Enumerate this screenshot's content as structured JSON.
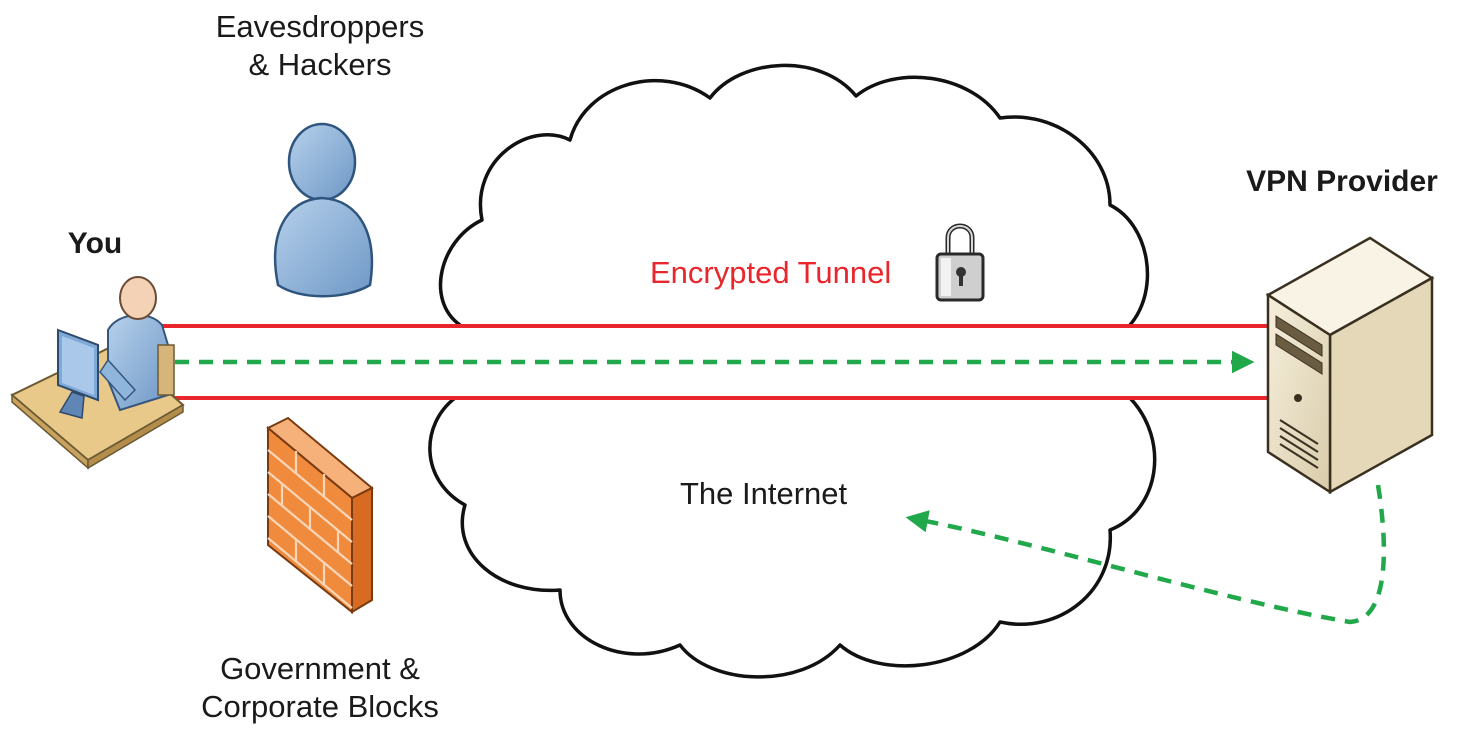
{
  "labels": {
    "eavesdroppers": [
      "Eavesdroppers",
      "& Hackers"
    ],
    "you": "You",
    "vpn_provider": "VPN Provider",
    "encrypted_tunnel": "Encrypted Tunnel",
    "the_internet": "The Internet",
    "blocks": [
      "Government &",
      "Corporate Blocks"
    ]
  },
  "colors": {
    "tunnel_line": "#e8262b",
    "traffic_arrow": "#21a84a",
    "tunnel_text": "#e8262b",
    "person_fill": "#8fb5dc",
    "firewall_fill": "#f08a3c",
    "server_fill": "#ece3cc"
  },
  "icons": {
    "you": "user-at-computer-icon",
    "eavesdropper": "person-silhouette-icon",
    "firewall": "firewall-brick-icon",
    "lock": "padlock-icon",
    "server": "server-tower-icon",
    "cloud": "cloud-icon"
  }
}
